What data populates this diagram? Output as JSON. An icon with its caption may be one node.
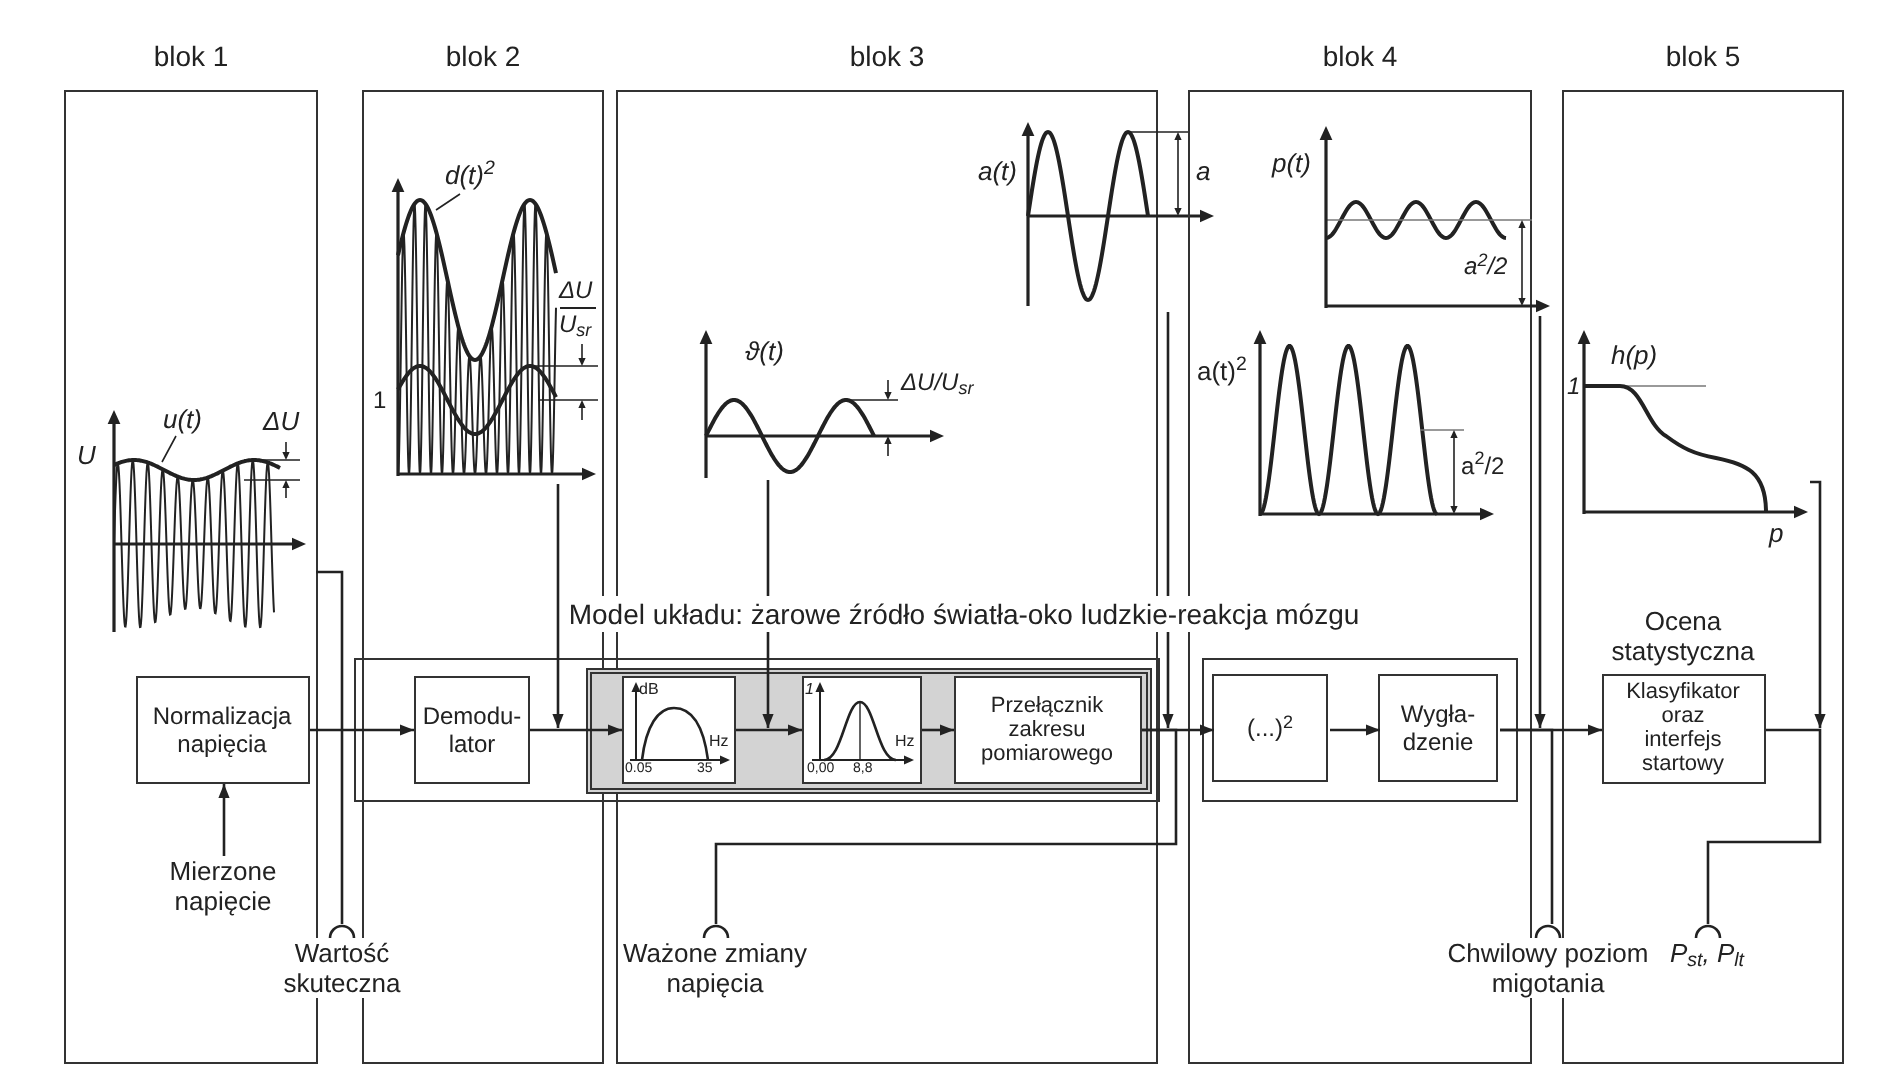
{
  "diagram": {
    "nodes": [
      {
        "text": [
          "blok 1"
        ]
      },
      {
        "text": [
          "U",
          "u(t)",
          "ΔU"
        ],
        "in": 0
      },
      {
        "text": [
          "Normalizacja napięcia"
        ],
        "in": 0
      },
      {
        "text": [
          "Mierzone napięcie"
        ],
        "in": 0
      },
      {
        "text": [
          "blok 2"
        ]
      },
      {
        "text": [
          "d(t)$^{2}$",
          "ΔU",
          "U$_{sr}$",
          "1"
        ],
        "in": 4
      },
      {
        "text": [
          "blok 3"
        ]
      },
      {
        "text": [
          "a(t)",
          "a"
        ]
      },
      {
        "text": [
          "ϑ(t)",
          "ΔU/U$_{sr}$"
        ],
        "in": 6
      },
      {
        "text": [
          "Ważone zmiany napięcia"
        ],
        "in": 6
      },
      {
        "text": [
          "blok 4"
        ]
      },
      {
        "text": [
          "p(t)",
          "a$^{2}$/2"
        ]
      },
      {
        "text": [
          "a(t)$^{2}$",
          "a$^{2}$/2"
        ],
        "in": 10
      },
      {
        "text": [
          "blok 5"
        ]
      },
      {
        "text": [
          "h(p)",
          "1",
          "p"
        ],
        "in": 13
      },
      {
        "text": [],
        "shape": "box"
      },
      {
        "text": [
          "Demodu- lator"
        ]
      },
      {
        "text": [],
        "shape": "box",
        "in": 15
      },
      {
        "text": [
          "dB",
          "Hz",
          "0.05",
          "35"
        ],
        "in": 17
      },
      {
        "text": [
          "1",
          "Hz",
          "0,00",
          "8,8"
        ],
        "in": 17
      },
      {
        "text": [
          "Przełącznik zakresu pomiarowego"
        ],
        "in": 17
      },
      {
        "text": [],
        "shape": "box",
        "in": 10
      },
      {
        "text": [
          "(...)$^{2}$"
        ],
        "in": 21
      },
      {
        "text": [
          "Wygła- dzenie"
        ],
        "in": 21
      },
      {
        "text": [
          "Ocena statystyczna",
          "Klasyfikator oraz interfejs startowy"
        ],
        "in": 13
      },
      {
        "text": [
          "Wartość skuteczna"
        ]
      },
      {
        "text": [
          "Chwilowy poziom migotania"
        ]
      },
      {
        "text": [
          "P$_{st}$, P$_{lt}$"
        ],
        "in": 13
      }
    ],
    "edges": [
      {
        "from": 3,
        "to": 2,
        "arrow": "to"
      },
      {
        "from": 2,
        "to": 16,
        "arrow": "to"
      },
      {
        "from": 16,
        "to": 18,
        "arrow": "to"
      },
      {
        "from": 18,
        "to": 19,
        "arrow": "to"
      },
      {
        "from": 19,
        "to": 20,
        "arrow": "to"
      },
      {
        "from": 20,
        "to": 22,
        "arrow": "to"
      },
      {
        "from": 22,
        "to": 23,
        "arrow": "to"
      },
      {
        "from": 23,
        "to": 24,
        "arrow": "to"
      },
      {
        "from": 24,
        "to": 27,
        "arrow": "none"
      },
      {
        "from": 1,
        "to": 25,
        "arrow": "none"
      },
      {
        "from": 5,
        "to": 16,
        "arrow": "to"
      },
      {
        "from": 8,
        "to": 18,
        "arrow": "to"
      },
      {
        "from": 7,
        "to": 20,
        "arrow": "to"
      },
      {
        "from": 20,
        "to": 9,
        "arrow": "none"
      },
      {
        "from": 11,
        "to": 21,
        "arrow": "to"
      },
      {
        "from": 23,
        "to": 26,
        "arrow": "none"
      },
      {
        "from": 14,
        "to": null,
        "arrow": "to"
      }
    ],
    "labels": [
      "Model układu: żarowe źródło światła-oko ludzkie-reakcja mózgu"
    ]
  }
}
